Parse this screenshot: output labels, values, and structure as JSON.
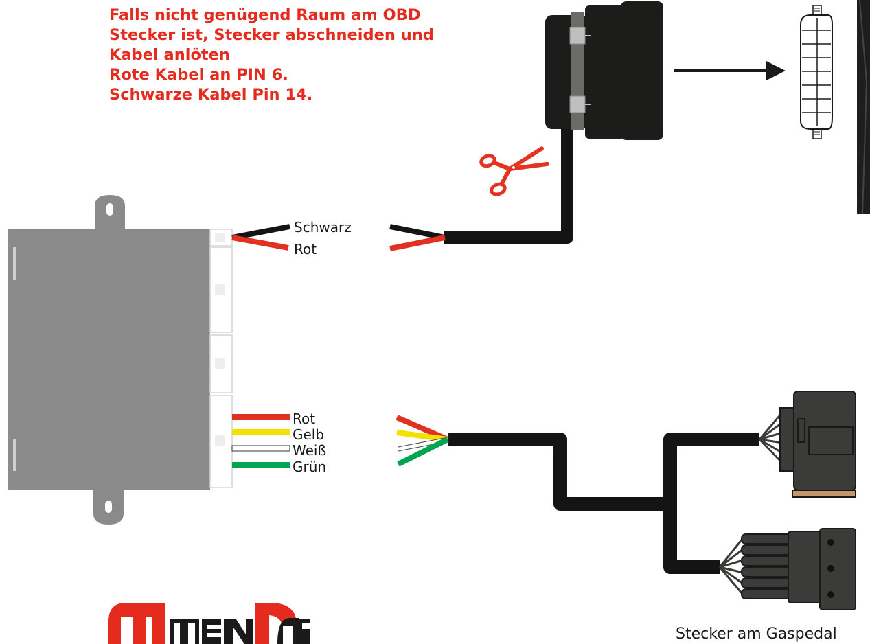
{
  "instructions": {
    "lines": [
      "Falls nicht genügend Raum am OBD",
      "Stecker ist, Stecker abschneiden und",
      "Kabel anlöten",
      "Rote Kabel an PIN 6.",
      "Schwarze Kabel Pin 14."
    ]
  },
  "power_wires": {
    "black": "Schwarz",
    "red": "Rot"
  },
  "signal_wires": {
    "red": "Rot",
    "yellow": "Gelb",
    "white": "Weiß",
    "green": "Grün"
  },
  "caption": "Stecker am Gaspedal",
  "logo_text": "ALTENDORF",
  "colors": {
    "accent_red": "#e52b1e",
    "wire_black": "#141414",
    "wire_red": "#e03121",
    "wire_yellow": "#f5e000",
    "wire_green": "#00a550",
    "module_grey": "#8a8a8a",
    "connector_dark": "#3b3b39"
  }
}
